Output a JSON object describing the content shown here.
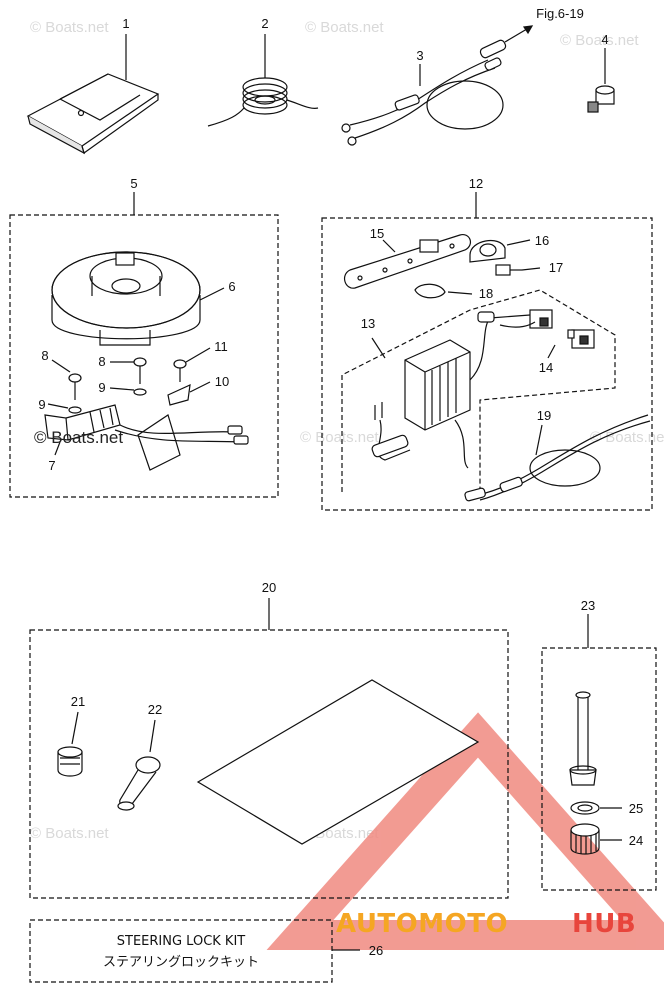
{
  "figure_ref": "Fig.6-19",
  "watermark_text": "© Boats.net",
  "kit_label_en": "STEERING LOCK KIT",
  "kit_label_jp": "ステアリングロックキット",
  "brand": {
    "part1": "AUTOMOTO",
    "part2": "HUB",
    "color1": "#f5a623",
    "color2": "#e8453c"
  },
  "callouts": {
    "c1": "1",
    "c2": "2",
    "c3": "3",
    "c4": "4",
    "c5": "5",
    "c6": "6",
    "c7": "7",
    "c8a": "8",
    "c8b": "8",
    "c9a": "9",
    "c9b": "9",
    "c10": "10",
    "c11": "11",
    "c12": "12",
    "c13": "13",
    "c14": "14",
    "c15": "15",
    "c16": "16",
    "c17": "17",
    "c18": "18",
    "c19": "19",
    "c20": "20",
    "c21": "21",
    "c22": "22",
    "c23": "23",
    "c24": "24",
    "c25": "25",
    "c26": "26"
  }
}
